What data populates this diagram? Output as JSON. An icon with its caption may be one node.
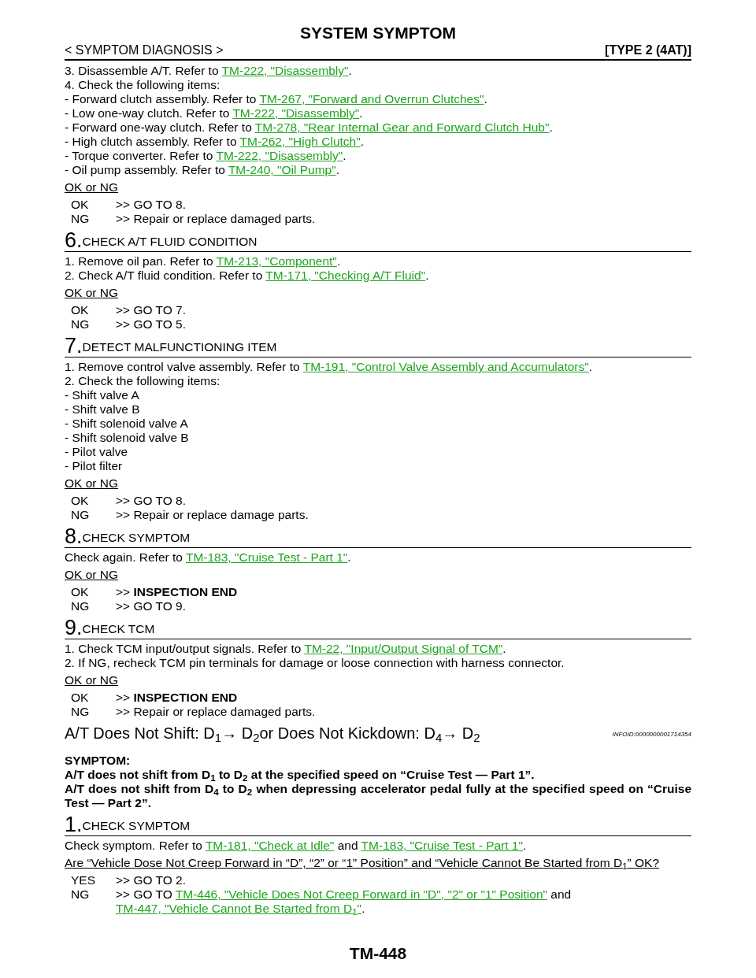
{
  "diagram": {
    "title": "SYSTEM SYMPTOM",
    "labels": [
      "< SYMPTOM DIAGNOSIS >",
      "[TYPE 2 (4AT)]",
      "3. Disassemble A/T. Refer to",
      "TM-222, \"Disassembly\"",
      ".",
      "4. Check the following items:",
      "- Forward clutch assembly. Refer to",
      "TM-267, \"Forward and Overrun Clutches\"",
      ".",
      "- Low one-way clutch. Refer to",
      "TM-222, \"Disassembly\"",
      ".",
      "- Forward one-way clutch. Refer to",
      "TM-278, \"Rear Internal Gear and Forward Clutch Hub\"",
      ".",
      "- High clutch assembly. Refer to",
      "TM-262, \"High Clutch\"",
      ".",
      "- Torque converter. Refer to",
      "TM-222, \"Disassembly\"",
      ".",
      "- Oil pump assembly. Refer to",
      "TM-240, \"Oil Pump\"",
      ".",
      "OK or NG",
      "OK",
      ">> GO TO 8.",
      "NG",
      ">> Repair or replace damaged parts.",
      "6.",
      "CHECK A/T FLUID CONDITION",
      "1. Remove oil pan. Refer to",
      "TM-213, \"Component\"",
      ".",
      "2. Check A/T fluid condition. Refer to",
      "TM-171, \"Checking A/T Fluid\"",
      ".",
      "OK or NG",
      "OK",
      ">> GO TO 7.",
      "NG",
      ">> GO TO 5.",
      "7.",
      "DETECT MALFUNCTIONING ITEM",
      "1. Remove control valve assembly. Refer to",
      "TM-191, \"Control Valve Assembly and Accumulators\"",
      ".",
      "2. Check the following items:",
      "- Shift valve A",
      "- Shift valve B",
      "- Shift solenoid valve A",
      "- Shift solenoid valve B",
      "- Pilot valve",
      "- Pilot filter",
      "OK or NG",
      "OK",
      ">> GO TO 8.",
      "NG",
      ">> Repair or replace damage parts.",
      "8.",
      "CHECK SYMPTOM",
      "Check again. Refer to",
      "TM-183, \"Cruise Test - Part 1\"",
      ".",
      "OK or NG",
      "OK",
      ">> **INSPECTION END**",
      "NG",
      ">> GO TO 9.",
      "9.",
      "CHECK TCM",
      "1. Check TCM input/output signals. Refer to",
      "TM-22, \"Input/Output Signal of TCM\"",
      ".",
      "2. If NG, recheck TCM pin terminals for damage or loose connection with harness connector.",
      "OK or NG",
      "OK",
      ">> **INSPECTION END**",
      "NG",
      ">> Repair or replace damaged parts.",
      "A/T Does Not Shift: D$_{1}$→ D$_{2}$or Does Not Kickdown: D$_{4}$→ D$_{2}$",
      "INFOID:0000000001714354",
      "SYMPTOM:",
      "A/T does not shift from D$_{1}$ to D$_{2}$ at the specified speed on “Cruise Test — Part 1”.",
      "A/T does not shift from D$_{4}$ to D$_{2}$ when depressing accelerator pedal fully at the specified speed on “Cruise Test — Part 2”.",
      "1.",
      "CHECK SYMPTOM",
      "Check symptom. Refer to",
      "TM-181, \"Check at Idle\"",
      "and",
      "TM-183, \"Cruise Test - Part 1\"",
      ".",
      "Are “Vehicle Dose Not Creep Forward in “D”, “2” or “1” Position” and “Vehicle Cannot Be Started from D$_{1}$” OK?",
      "YES",
      ">> GO TO 2.",
      "NG",
      ">> GO TO",
      "TM-446, \"Vehicle Does Not Creep Forward in \"D\", \"2\" or \"1\" Position\"",
      "and",
      "TM-447, \"Vehicle Cannot Be Started from D$_{1}$\"",
      ".",
      "TM-448"
    ]
  }
}
